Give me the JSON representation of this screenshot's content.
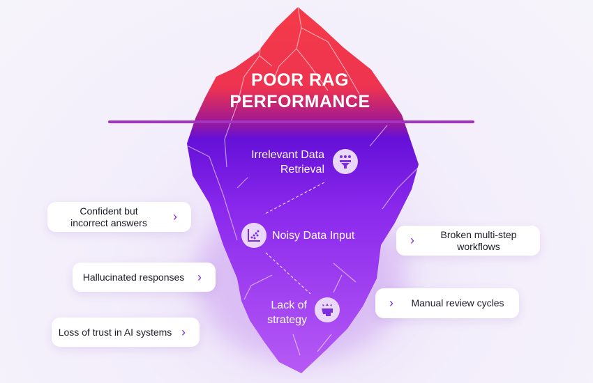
{
  "title": {
    "line1": "POOR RAG",
    "line2": "PERFORMANCE"
  },
  "causes": [
    {
      "line1": "Irrelevant Data",
      "line2": "Retrieval",
      "icon": "filter-funnel-icon"
    },
    {
      "line1": "Noisy Data Input",
      "icon": "scatter-plot-icon"
    },
    {
      "line1": "Lack of",
      "line2": "strategy",
      "icon": "head-arrows-icon"
    }
  ],
  "effects_left": [
    {
      "line1": "Confident but",
      "line2": "incorrect answers"
    },
    {
      "line1": "Hallucinated responses"
    },
    {
      "line1": "Loss of trust in AI systems"
    }
  ],
  "effects_right": [
    {
      "line1": "Broken multi-step",
      "line2": "workflows"
    },
    {
      "line1": "Manual review cycles"
    }
  ],
  "colors": {
    "top": "#f43b48",
    "mid": "#6510d8",
    "bottom": "#a047f2",
    "accent": "#7a2ee0"
  }
}
